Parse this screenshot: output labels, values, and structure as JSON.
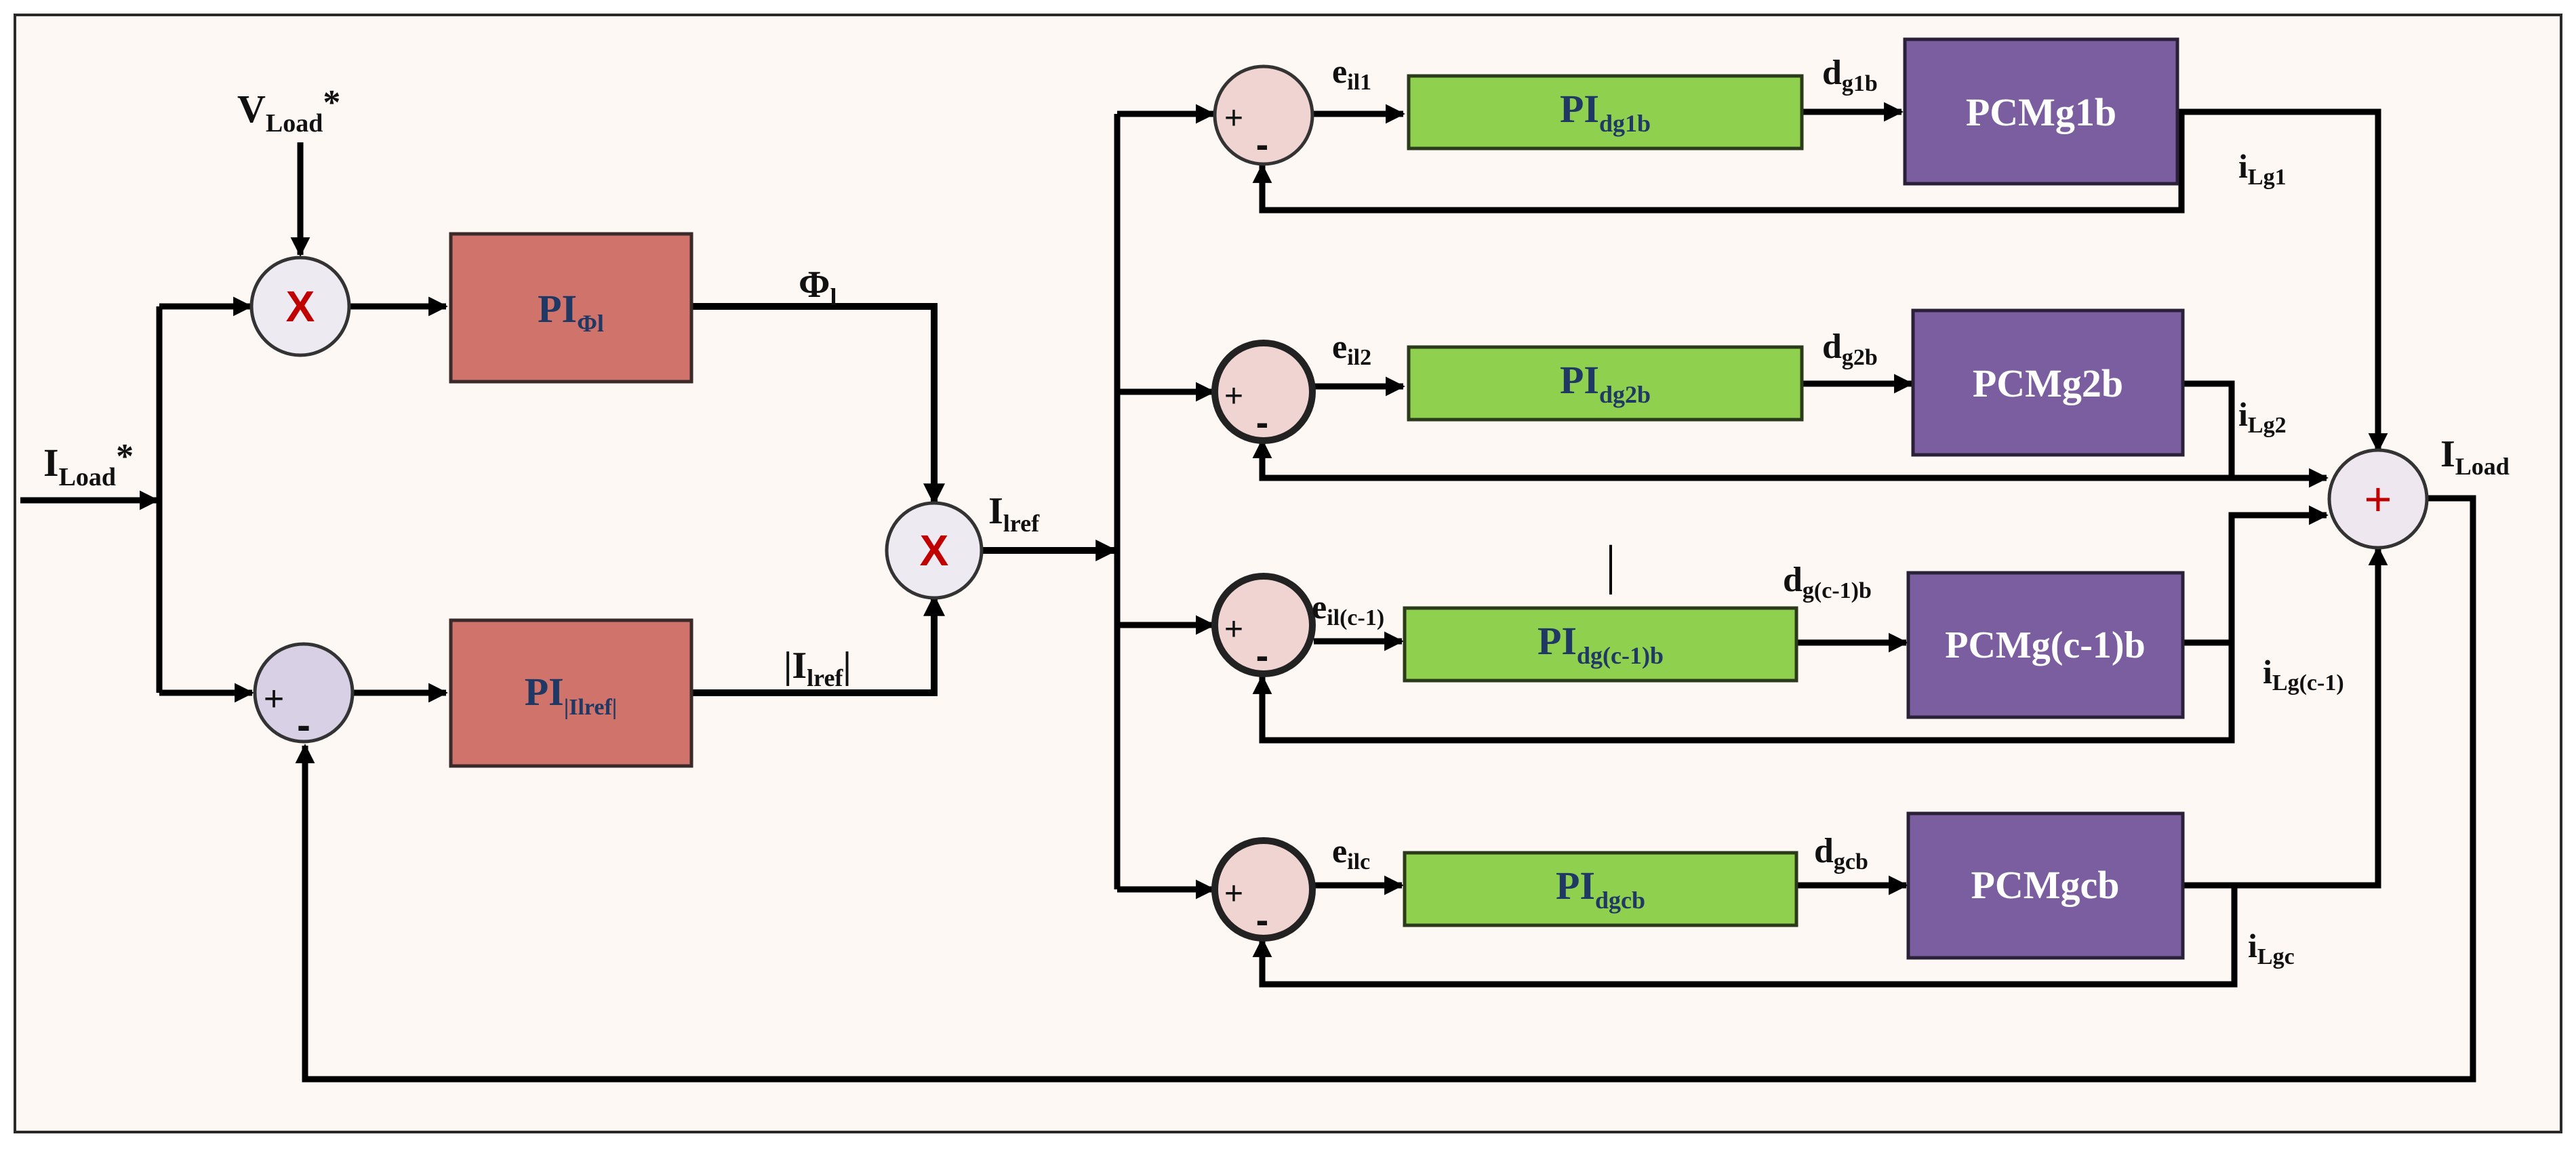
{
  "diagram": {
    "inputs": {
      "v_load_ref": {
        "main": "V",
        "sub": "Load",
        "sup": "*"
      },
      "i_load_ref": {
        "main": "I",
        "sub": "Load",
        "sup": "*"
      }
    },
    "junctions": {
      "multiplier_top": "X",
      "multiplier_mid": "X",
      "final_sum": "+"
    },
    "signs": {
      "plus": "+",
      "minus": "-"
    },
    "pi_blocks": {
      "pi_phi": {
        "main": "PI",
        "sub": "Φl"
      },
      "pi_ilref": {
        "main": "PI",
        "sub": "|Ilref|"
      }
    },
    "signals": {
      "phi": {
        "main": "Φ",
        "sub": "l"
      },
      "ilref": {
        "main": "I",
        "sub": "lref"
      },
      "abs_ilref": {
        "main": "|I",
        "sub": "lref",
        "tail": "|"
      },
      "i_load": {
        "main": "I",
        "sub": "Load"
      }
    },
    "branches": [
      {
        "error": {
          "main": "e",
          "sub": "il1"
        },
        "pi": {
          "main": "PI",
          "sub": "dg1b"
        },
        "duty": {
          "main": "d",
          "sub": "g1b"
        },
        "pcm": "PCMg1b",
        "current": {
          "main": "i",
          "sub": "Lg1"
        }
      },
      {
        "error": {
          "main": "e",
          "sub": "il2"
        },
        "pi": {
          "main": "PI",
          "sub": "dg2b"
        },
        "duty": {
          "main": "d",
          "sub": "g2b"
        },
        "pcm": "PCMg2b",
        "current": {
          "main": "i",
          "sub": "Lg2"
        }
      },
      {
        "error": {
          "main": "e",
          "sub": "il(c-1)"
        },
        "pi": {
          "main": "PI",
          "sub": "dg(c-1)b"
        },
        "duty": {
          "main": "d",
          "sub": "g(c-1)b"
        },
        "pcm": "PCMg(c-1)b",
        "current": {
          "main": "i",
          "sub": "Lg(c-1)"
        }
      },
      {
        "error": {
          "main": "e",
          "sub": "ilc"
        },
        "pi": {
          "main": "PI",
          "sub": "dgcb"
        },
        "duty": {
          "main": "d",
          "sub": "gcb"
        },
        "pcm": "PCMgcb",
        "current": {
          "main": "i",
          "sub": "Lgc"
        }
      }
    ],
    "continuation": "|",
    "colors": {
      "background": "#fdf8f4",
      "pi_red": "#d0736a",
      "pi_green": "#8fd14f",
      "pcm_purple": "#7a5ea0",
      "sum_pink": "#f0d4d2",
      "sum_lavender": "#d8d0e4",
      "mult_fill": "#eeeaf2",
      "final_sum_fill": "#efe7ef",
      "x_red": "#c00000",
      "pi_text": "#1f3864"
    }
  }
}
